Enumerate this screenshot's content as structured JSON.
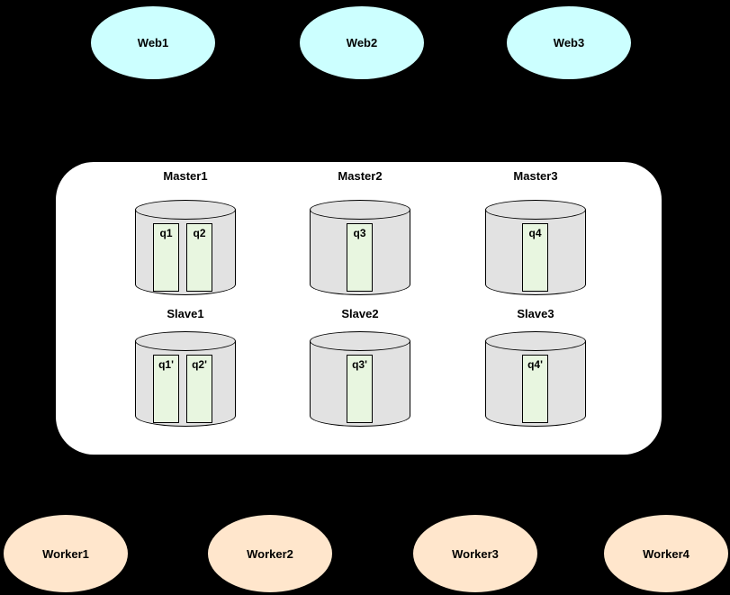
{
  "colors": {
    "background": "#000000",
    "web_fill": "#ccffff",
    "worker_fill": "#ffe6cc",
    "cluster_fill": "#ffffff",
    "cylinder_fill": "#e2e2e2",
    "queue_fill": "#e8f6e0",
    "stroke": "#000000"
  },
  "web_nodes": [
    {
      "label": "Web1"
    },
    {
      "label": "Web2"
    },
    {
      "label": "Web3"
    }
  ],
  "cluster": {
    "masters": [
      {
        "name": "Master1",
        "queues": [
          {
            "label": "q1"
          },
          {
            "label": "q2"
          }
        ]
      },
      {
        "name": "Master2",
        "queues": [
          {
            "label": "q3"
          }
        ]
      },
      {
        "name": "Master3",
        "queues": [
          {
            "label": "q4"
          }
        ]
      }
    ],
    "slaves": [
      {
        "name": "Slave1",
        "queues": [
          {
            "label": "q1'"
          },
          {
            "label": "q2'"
          }
        ]
      },
      {
        "name": "Slave2",
        "queues": [
          {
            "label": "q3'"
          }
        ]
      },
      {
        "name": "Slave3",
        "queues": [
          {
            "label": "q4'"
          }
        ]
      }
    ]
  },
  "workers": [
    {
      "label": "Worker1"
    },
    {
      "label": "Worker2"
    },
    {
      "label": "Worker3"
    },
    {
      "label": "Worker4"
    }
  ]
}
